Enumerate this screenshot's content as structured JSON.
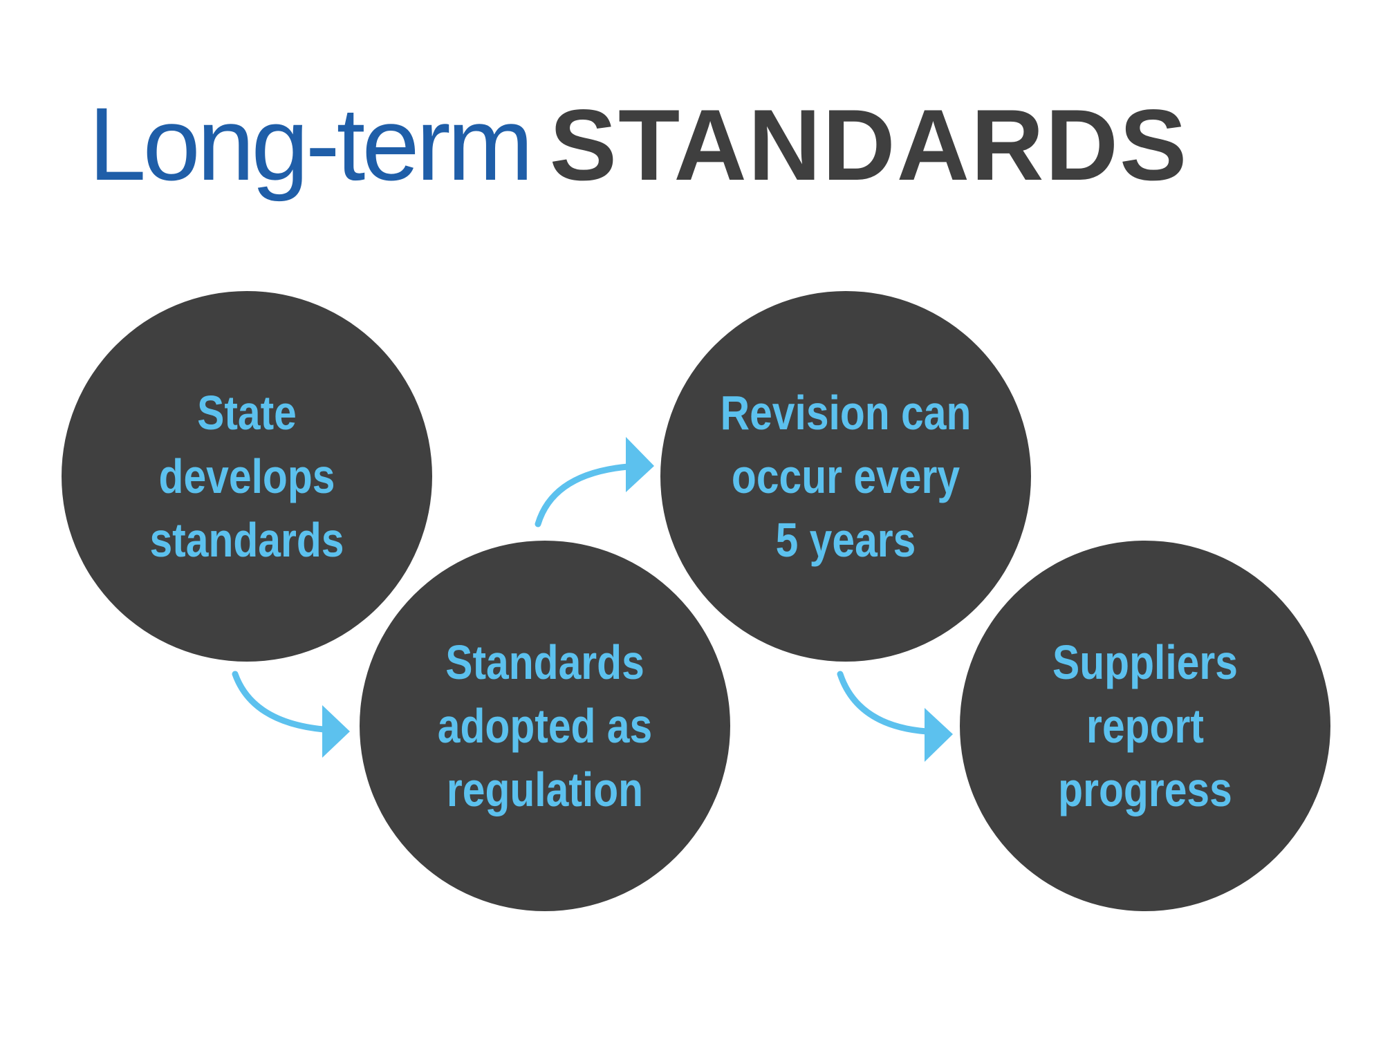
{
  "title": {
    "part1": "Long-term",
    "part2": "STANDARDS"
  },
  "colors": {
    "title_blue": "#1f5ea8",
    "title_dark": "#3f3f3f",
    "circle_fill": "#404040",
    "text_accent": "#5cc1ee",
    "arrow": "#5cc1ee"
  },
  "steps": [
    {
      "label": "State\ndevelops\nstandards"
    },
    {
      "label": "Standards\nadopted as\nregulation"
    },
    {
      "label": "Revision can\noccur every\n5 years"
    },
    {
      "label": "Suppliers\nreport\nprogress"
    }
  ],
  "arrows": [
    {
      "from": "step-1",
      "to": "step-2"
    },
    {
      "from": "step-2",
      "to": "step-3"
    },
    {
      "from": "step-3",
      "to": "step-4"
    }
  ]
}
